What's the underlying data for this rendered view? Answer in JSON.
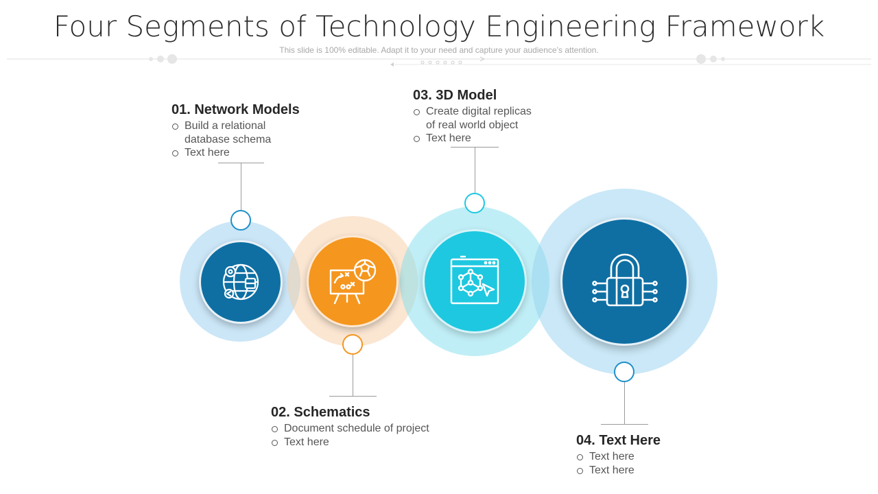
{
  "slide": {
    "title": "Four Segments of Technology Engineering Framework",
    "subtitle": "This slide is 100% editable. Adapt it to your need and capture your audience’s attention."
  },
  "segments": [
    {
      "title": "01. Network  Models",
      "bullets": [
        "Build a relational database schema",
        "Text here"
      ],
      "icon": "globe-gear-database-icon",
      "ring_color": "#cde9f8",
      "core_color": "#0f6fa3"
    },
    {
      "title": "02. Schematics",
      "bullets": [
        "Document schedule of project",
        "Text here"
      ],
      "icon": "strategy-board-ball-icon",
      "ring_color": "#fbe3cc",
      "core_color": "#f5961e"
    },
    {
      "title": "03. 3D Model",
      "bullets": [
        "Create digital replicas of real world object",
        "Text here"
      ],
      "icon": "3d-cube-browser-icon",
      "ring_color": "#bfeef6",
      "core_color": "#1ec8e0"
    },
    {
      "title": "04. Text Here",
      "bullets": [
        "Text here",
        "Text here"
      ],
      "icon": "circuit-lock-icon",
      "ring_color": "#c7e6f6",
      "core_color": "#0f6fa3"
    }
  ]
}
